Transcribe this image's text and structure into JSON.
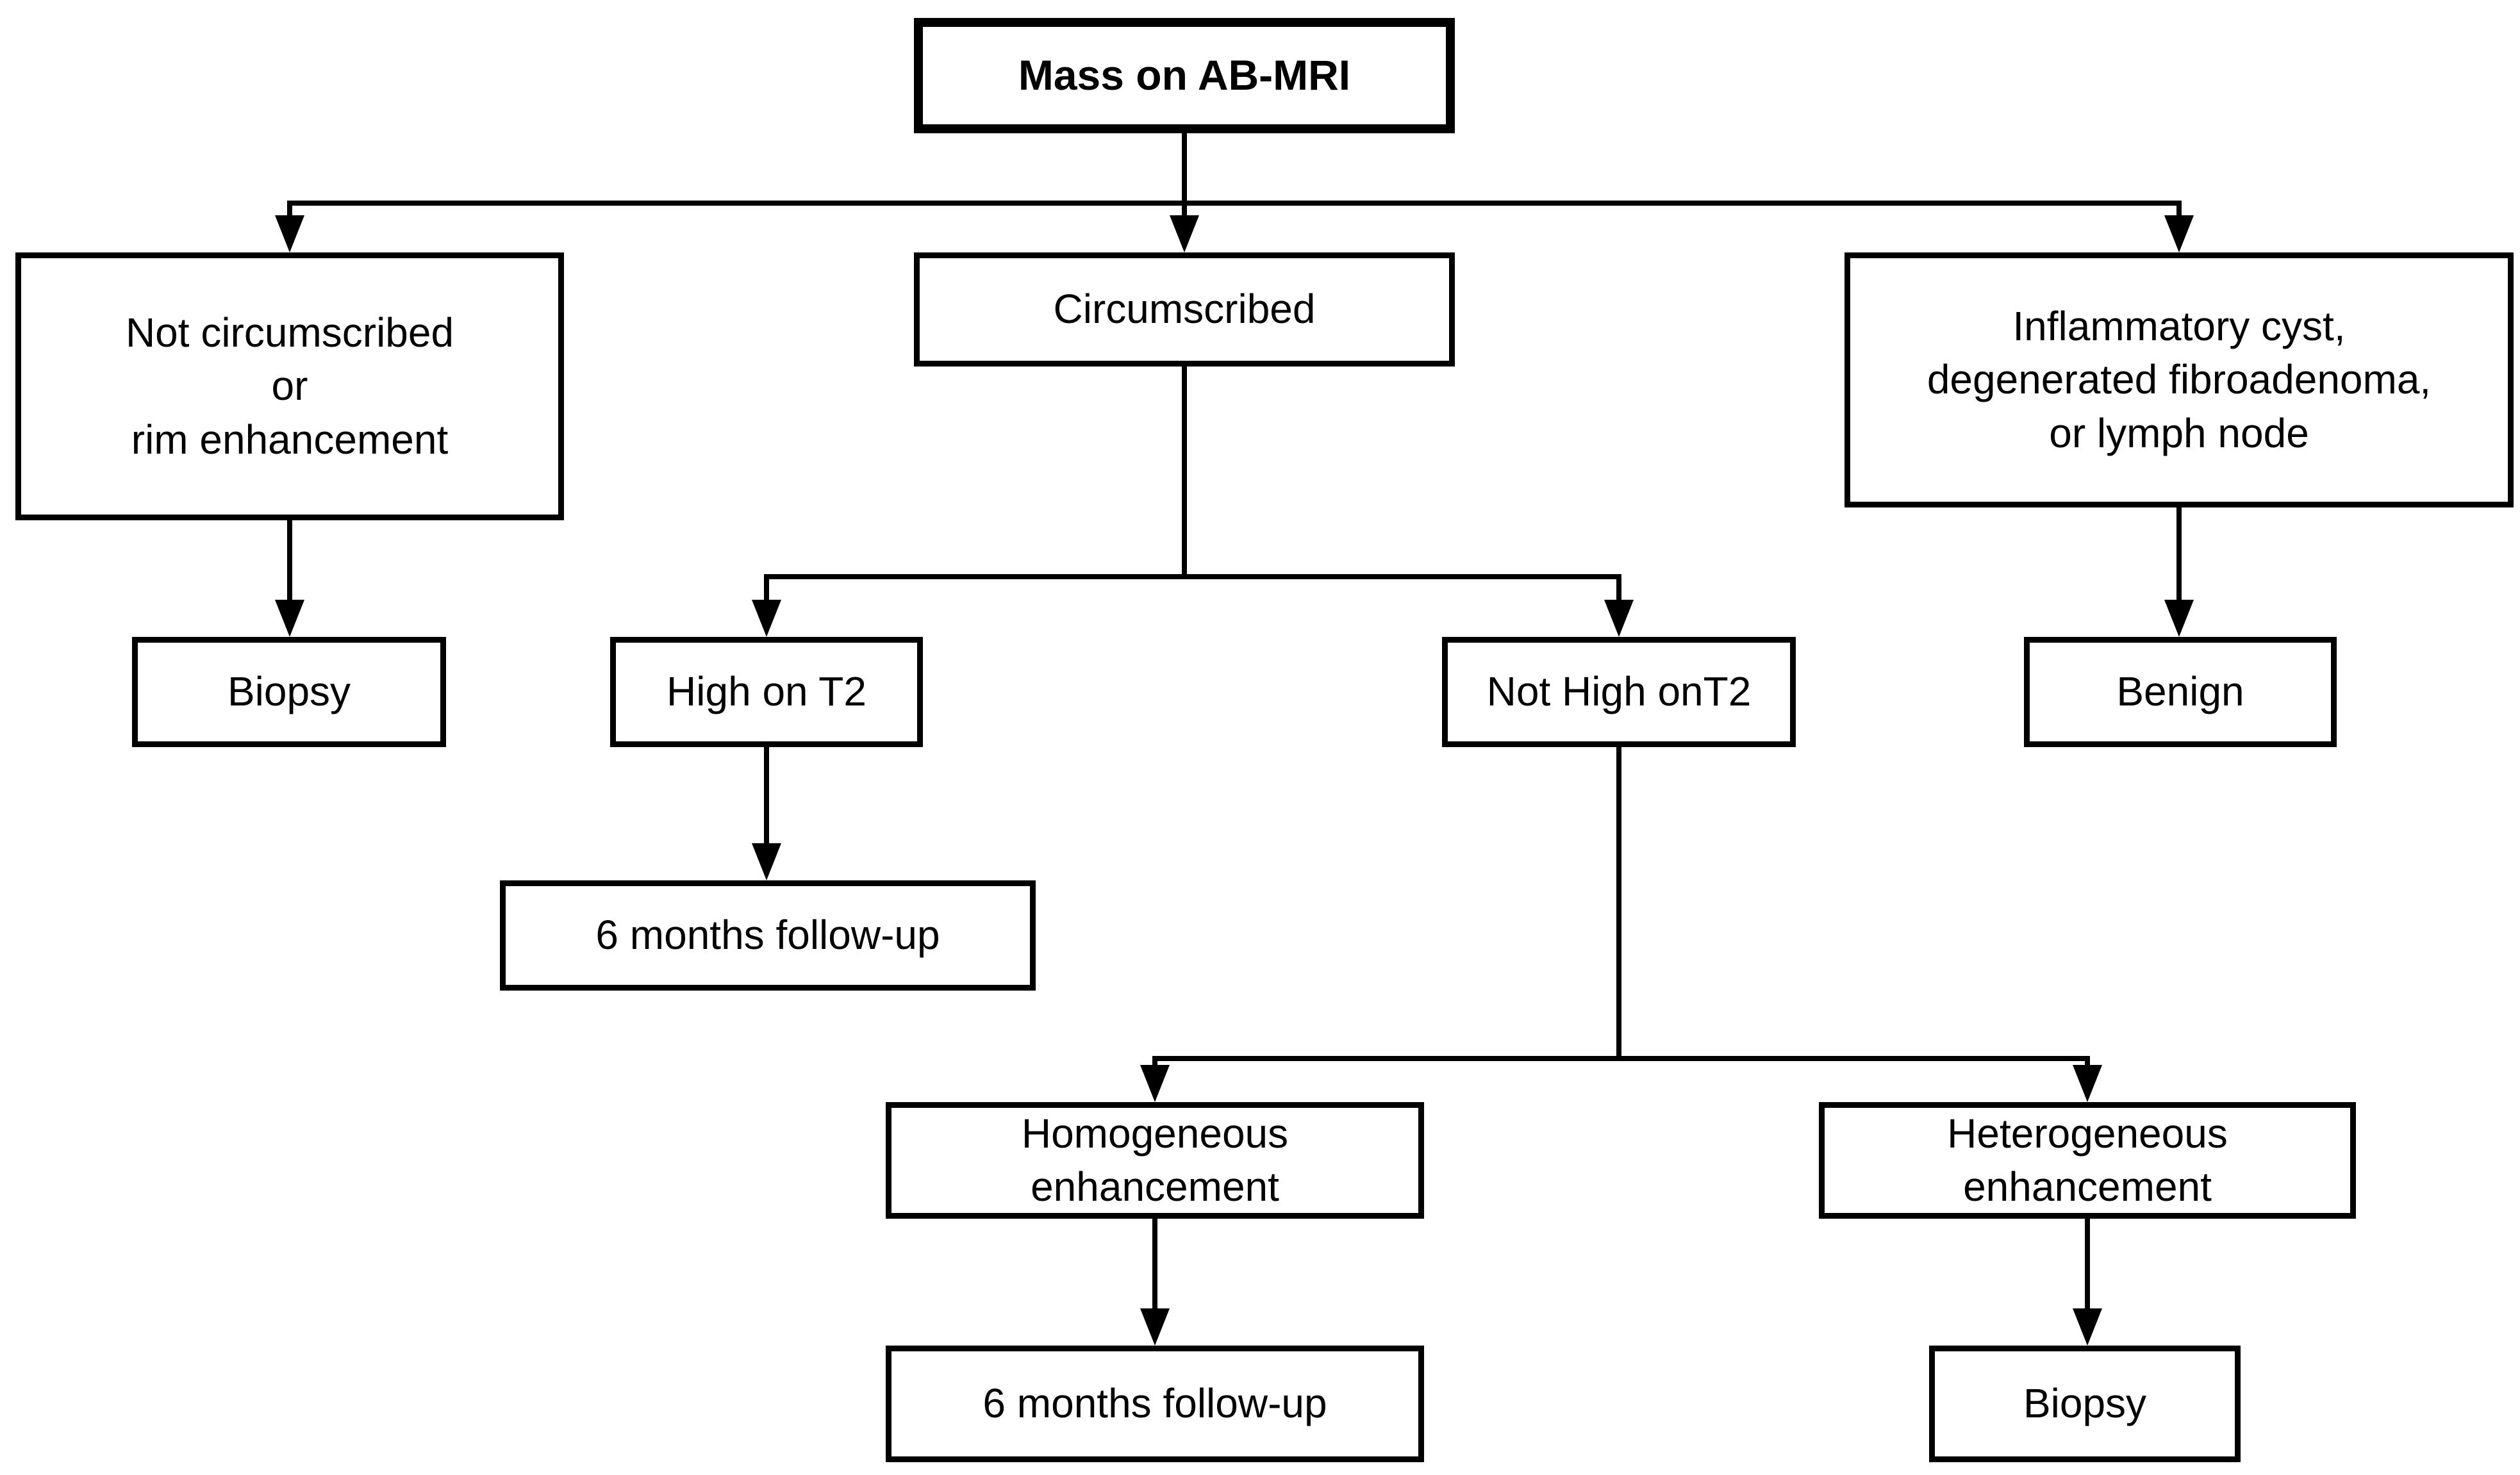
{
  "flow": {
    "nodes": {
      "root": {
        "label": "Mass on AB-MRI",
        "emphasis": "bold"
      },
      "not_circumscribed": {
        "label": "Not circumscribed\nor\nrim enhancement"
      },
      "circumscribed": {
        "label": "Circumscribed"
      },
      "benign_entities": {
        "label": "Inflammatory cyst,\ndegenerated fibroadenoma,\nor lymph node"
      },
      "biopsy_left": {
        "label": "Biopsy"
      },
      "high_t2": {
        "label": "High on T2"
      },
      "not_high_t2": {
        "label": "Not High onT2"
      },
      "benign": {
        "label": "Benign"
      },
      "followup_high_t2": {
        "label": "6 months follow-up"
      },
      "homogeneous": {
        "label": "Homogeneous\nenhancement"
      },
      "heterogeneous": {
        "label": "Heterogeneous\nenhancement"
      },
      "followup_homogeneous": {
        "label": "6 months follow-up"
      },
      "biopsy_right": {
        "label": "Biopsy"
      }
    },
    "edges": [
      {
        "from": "root",
        "to": "not_circumscribed"
      },
      {
        "from": "root",
        "to": "circumscribed"
      },
      {
        "from": "root",
        "to": "benign_entities"
      },
      {
        "from": "not_circumscribed",
        "to": "biopsy_left"
      },
      {
        "from": "circumscribed",
        "to": "high_t2"
      },
      {
        "from": "circumscribed",
        "to": "not_high_t2"
      },
      {
        "from": "benign_entities",
        "to": "benign"
      },
      {
        "from": "high_t2",
        "to": "followup_high_t2"
      },
      {
        "from": "not_high_t2",
        "to": "homogeneous"
      },
      {
        "from": "not_high_t2",
        "to": "heterogeneous"
      },
      {
        "from": "homogeneous",
        "to": "followup_homogeneous"
      },
      {
        "from": "heterogeneous",
        "to": "biopsy_right"
      }
    ],
    "colors": {
      "line": "#000000",
      "box_background": "#ffffff",
      "text": "#000000"
    }
  }
}
